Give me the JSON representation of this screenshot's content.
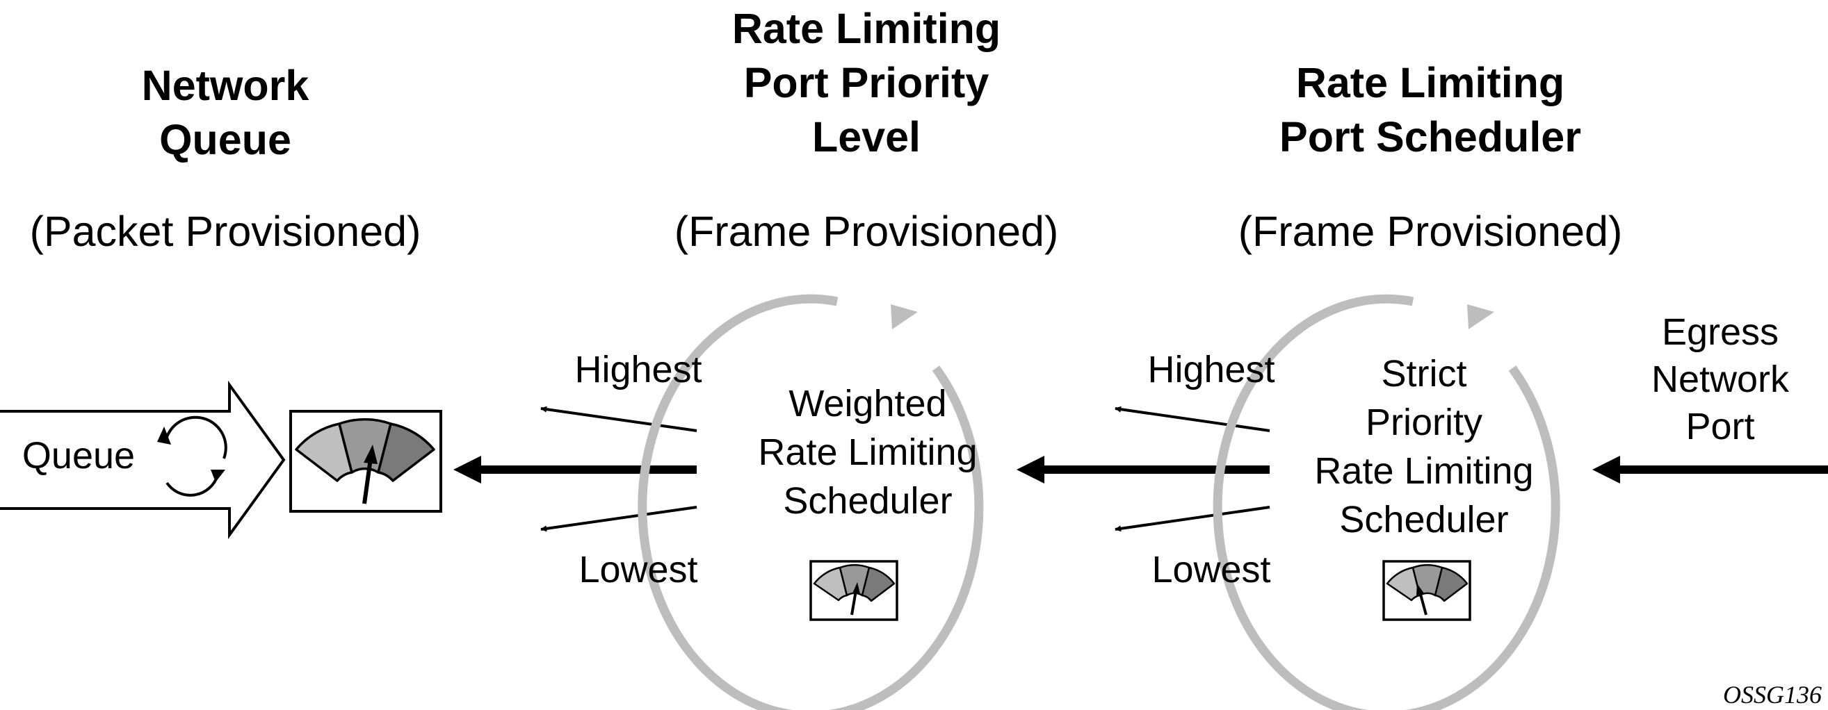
{
  "colors": {
    "ink": "#000000",
    "ring": "#bdbdbd",
    "meter_light": "#bfbfbf",
    "meter_mid": "#999999",
    "meter_dark": "#7a7a7a"
  },
  "network_queue": {
    "title_line1": "Network",
    "title_line2": "Queue",
    "subtitle": "(Packet Provisioned)",
    "queue_label": "Queue"
  },
  "port_priority_level": {
    "title_line1": "Rate Limiting",
    "title_line2": "Port Priority",
    "title_line3": "Level",
    "subtitle": "(Frame Provisioned)",
    "scheduler_line1": "Weighted",
    "scheduler_line2": "Rate Limiting",
    "scheduler_line3": "Scheduler",
    "highest_label": "Highest",
    "lowest_label": "Lowest"
  },
  "port_scheduler": {
    "title_line1": "Rate Limiting",
    "title_line2": "Port Scheduler",
    "subtitle": "(Frame Provisioned)",
    "scheduler_line1": "Strict",
    "scheduler_line2": "Priority",
    "scheduler_line3": "Rate Limiting",
    "scheduler_line4": "Scheduler",
    "highest_label": "Highest",
    "lowest_label": "Lowest"
  },
  "egress_port": {
    "line1": "Egress",
    "line2": "Network",
    "line3": "Port"
  },
  "figure_id": "OSSG136"
}
